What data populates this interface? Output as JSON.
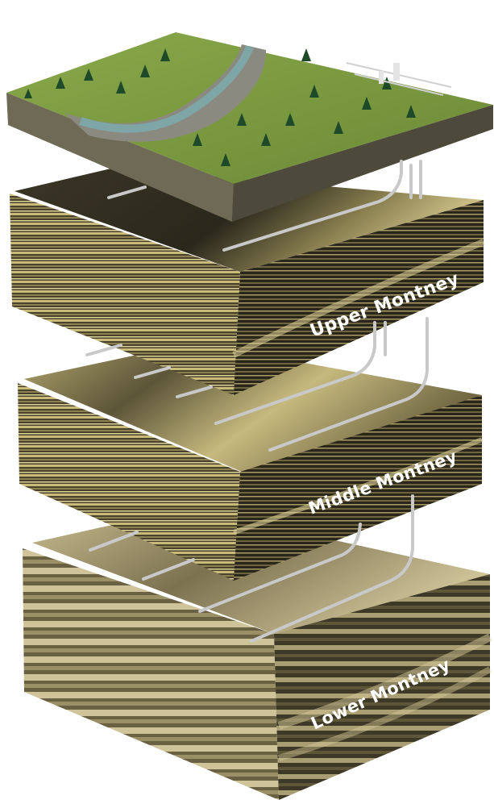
{
  "diagram": {
    "layers": [
      {
        "id": "upper",
        "label": "Upper Montney"
      },
      {
        "id": "middle",
        "label": "Middle Montney"
      },
      {
        "id": "lower",
        "label": "Lower Montney"
      }
    ]
  },
  "colors": {
    "grass": "#7d9a3e",
    "river": "#7fa6a6",
    "upper_top": "#2e2a1f",
    "middle_top": "#9a8f5c",
    "lower_top": "#b9ad84",
    "strata_dark": "#3a3423",
    "strata_light": "#c8bb7a",
    "wells": "#c9c9c9"
  }
}
